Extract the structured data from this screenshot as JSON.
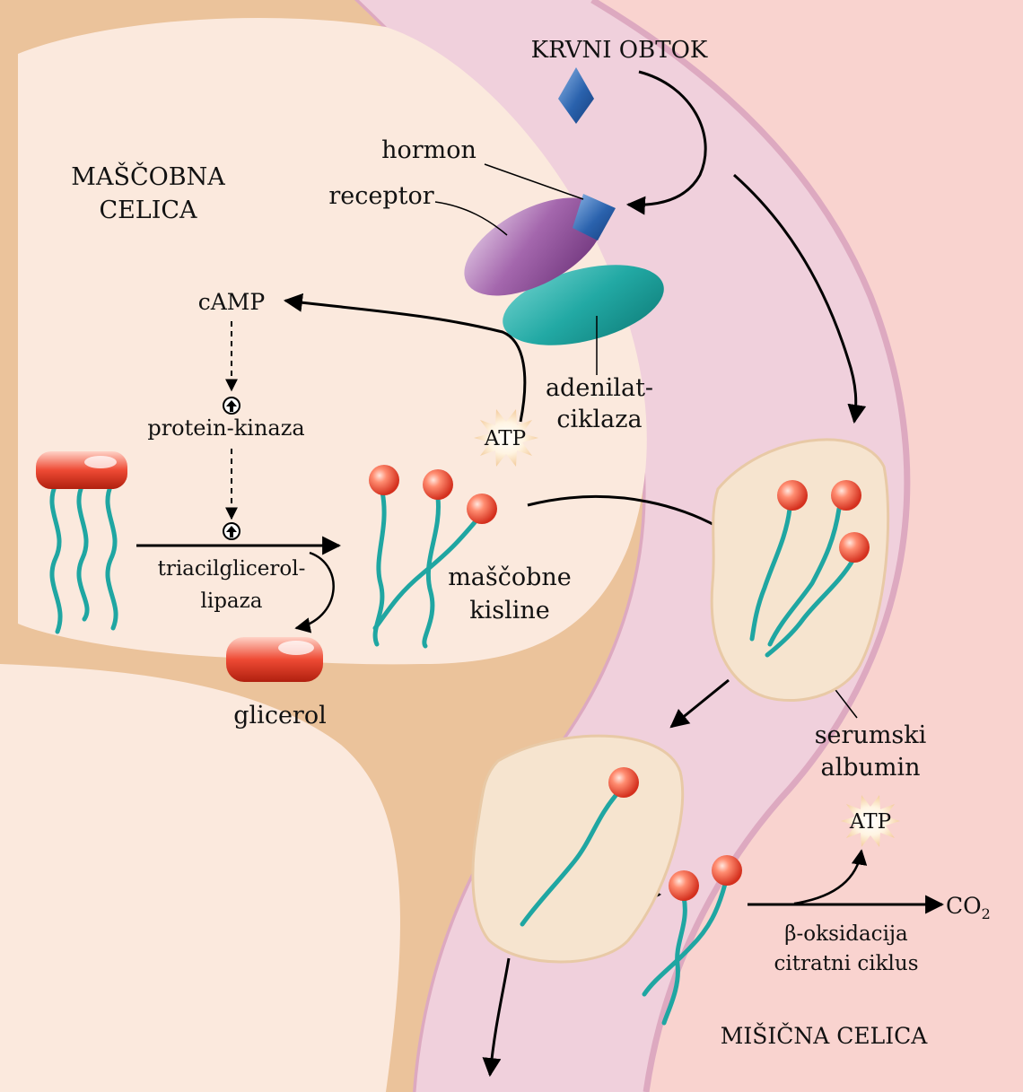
{
  "labels": {
    "blood": "KRVNI OBTOK",
    "fat_cell_line1": "MAŠČOBNA",
    "fat_cell_line2": "CELICA",
    "hormone": "hormon",
    "receptor": "receptor",
    "camp": "cAMP",
    "adenylate_line1": "adenilat-",
    "adenylate_line2": "ciklaza",
    "atp_fat_cell": "ATP",
    "protein_kinase": "protein-kinaza",
    "lipase_line1": "triacilglicerol-",
    "lipase_line2": "lipaza",
    "fatty_acids_line1": "maščobne",
    "fatty_acids_line2": "kisline",
    "glycerol": "glicerol",
    "albumin_line1": "serumski",
    "albumin_line2": "albumin",
    "atp_muscle": "ATP",
    "co2": "CO",
    "co2_subscript": "2",
    "oxidation_line1": "β-oksidacija",
    "oxidation_line2": "citratni ciklus",
    "muscle_cell": "MIŠIČNA CELICA"
  },
  "colors": {
    "blood_vessel": "#f0d0dc",
    "vessel_wall": "#dda9c0",
    "muscle_cell": "#f9d3cf",
    "fat_membrane": "#ebc39b",
    "fat_interior": "#fbe9dd",
    "receptor": "#9d63a8",
    "adenylate_cyclase": "#1eaaa5",
    "hormone": "#2a62ad",
    "fatty_acid_head": "#e8402a",
    "fatty_acid_tail": "#1fa6a2",
    "albumin": "#f6e4cf"
  }
}
